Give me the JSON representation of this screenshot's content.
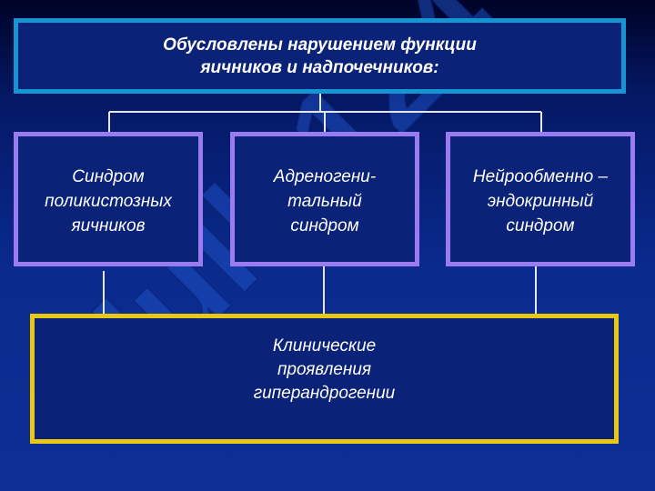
{
  "diagram": {
    "root": {
      "text": "Обусловлены нарушением функции\nяичников и надпочечников:"
    },
    "children": [
      {
        "text": "Синдром\nполикистозных\nяичников"
      },
      {
        "text": "Адреногени-\nтальный\nсиндром"
      },
      {
        "text": "Нейрообменно –\nэндокринный\nсиндром"
      }
    ],
    "result": {
      "text": "Клинические\nпроявления\nгиперандрогении"
    }
  },
  "watermark": {
    "text": "Hulla124"
  },
  "colors": {
    "background": "#0a2a8e",
    "root_border": "#1596d2",
    "child_border": "#9a7cf0",
    "result_border": "#e8c814",
    "connector": "#e6e6e6",
    "text": "#ffffff"
  }
}
